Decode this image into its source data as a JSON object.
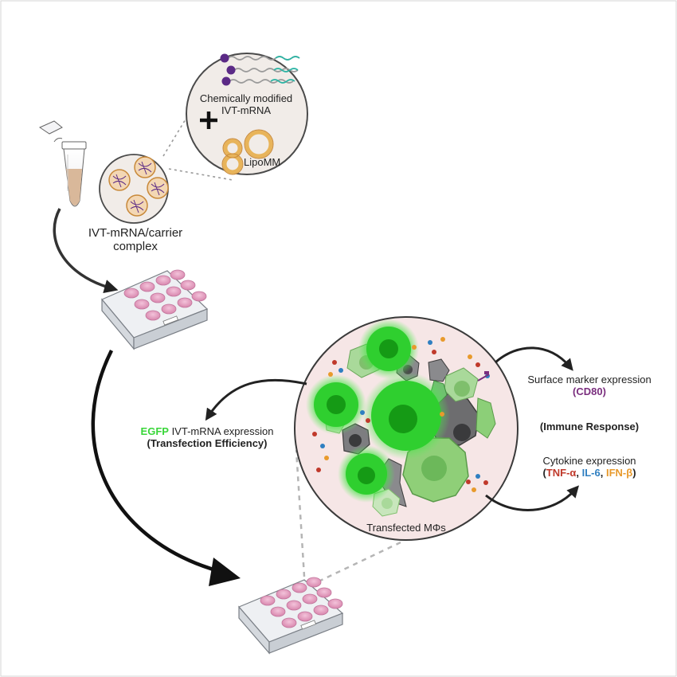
{
  "labels": {
    "chem_line1": "Chemically modified",
    "chem_line2": "IVT-mRNA",
    "lipomm": "LipoMM",
    "complex_line1": "IVT-mRNA/carrier",
    "complex_line2": "complex",
    "egfp_word": "EGFP",
    "egfp_rest": " IVT-mRNA expression",
    "transfection": "(Transfection Efficiency)",
    "surface": "Surface marker expression",
    "cd80": "(CD80)",
    "immune": "(Immune Response)",
    "cytokine": "Cytokine expression",
    "open_paren": "(",
    "tnf": "TNF-α",
    "comma1": ", ",
    "il6": "IL-6",
    "comma2": ", ",
    "ifn": "IFN-β",
    "close_paren": ")",
    "transfected": "Transfected MΦs"
  },
  "icons": {
    "plus": "plus-icon"
  },
  "colors": {
    "egfp_green": "#39d639",
    "cd80_purple": "#7a2e7e",
    "tnf_red": "#c0392b",
    "il6_blue": "#2f7fc1",
    "ifn_orange": "#e89a2c",
    "lipomm_orange": "#e8b45a",
    "plate_well_pink": "#e8a3c3"
  }
}
